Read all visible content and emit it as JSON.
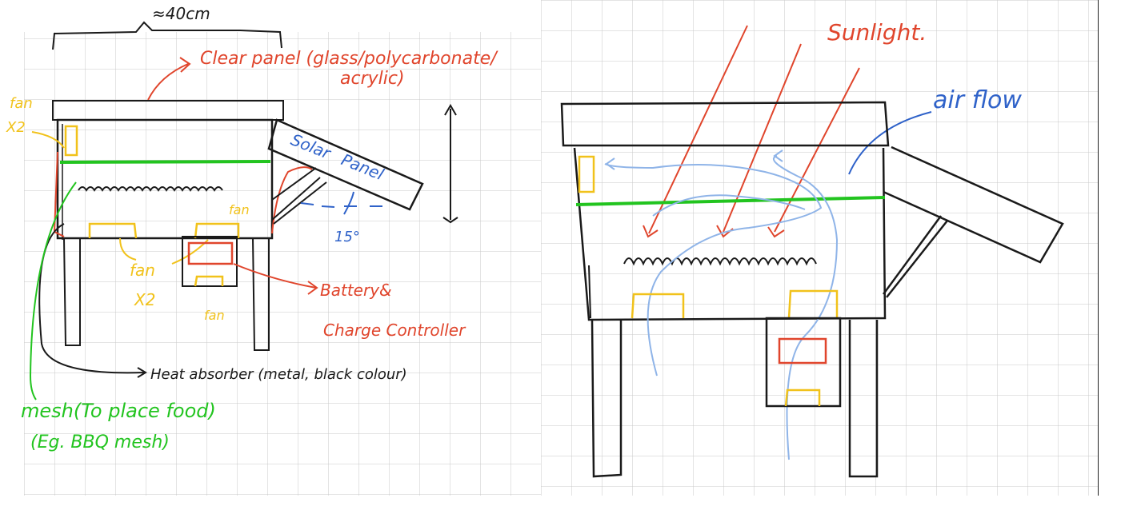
{
  "colors": {
    "ink": "#1a1a1a",
    "red": "#e0452c",
    "blue": "#2f62c9",
    "lightblue": "#8fb4e8",
    "green": "#22c41f",
    "yellow": "#f1c21b",
    "grid": "#c8c8c8"
  },
  "left": {
    "width_label": "≈40cm",
    "clear_panel_1": "Clear panel (glass/polycarbonate/",
    "clear_panel_2": "acrylic)",
    "fan_x2_a": "fan",
    "fan_x2_b": "X2",
    "solar_1": "Solar",
    "solar_2": "Panel",
    "angle": "15°",
    "fan_top": "fan",
    "fan_x2_c": "fan",
    "fan_x2_d": "X2",
    "fan_bottom": "fan",
    "battery_1": "Battery&",
    "battery_2": "Charge Controller",
    "heat_absorber": "Heat absorber (metal, black colour)",
    "mesh_1": "mesh(To place food)",
    "mesh_2": "(Eg. BBQ mesh)"
  },
  "right": {
    "sunlight": "Sunlight.",
    "air_flow": "air flow"
  }
}
